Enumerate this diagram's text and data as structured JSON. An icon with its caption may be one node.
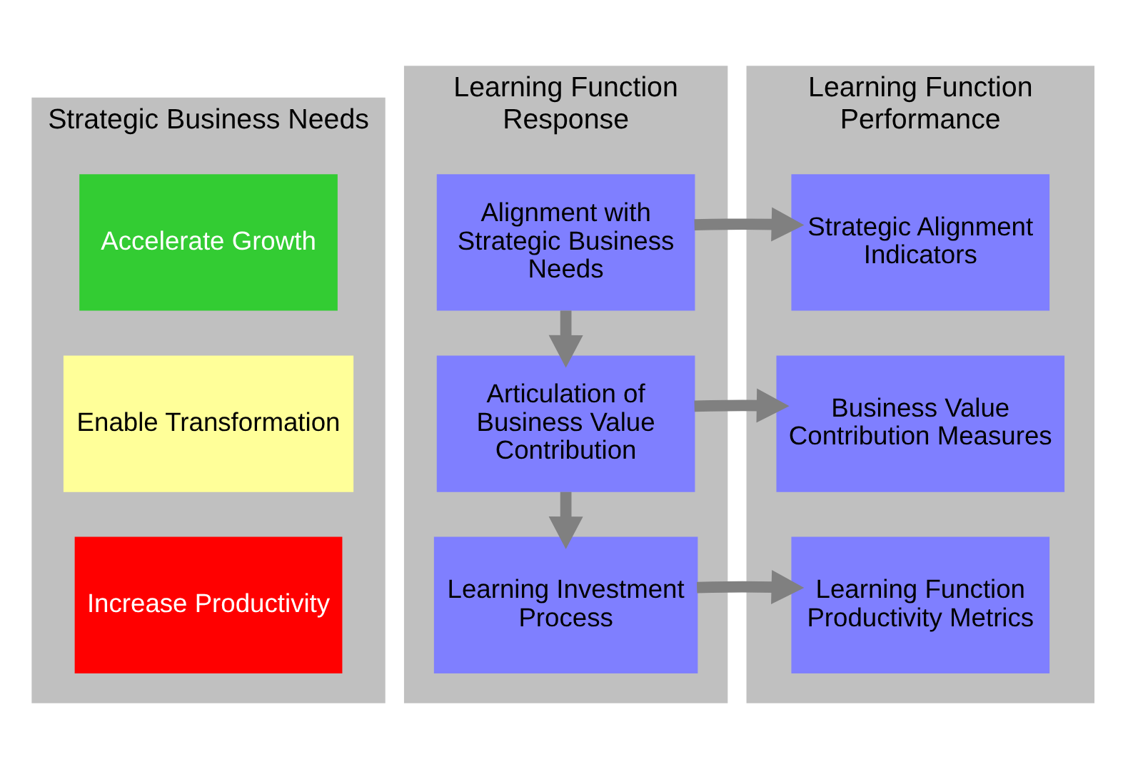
{
  "diagram": {
    "nodes": [
      {
        "text": [
          "Strategic Business Needs"
        ]
      },
      {
        "text": [
          "Accelerate Growth"
        ],
        "in": 0
      },
      {
        "text": [
          "Enable Transformation"
        ],
        "in": 0
      },
      {
        "text": [
          "Increase Productivity"
        ],
        "in": 0
      },
      {
        "text": [
          "Learning Function Response"
        ]
      },
      {
        "text": [
          "Alignment with Strategic Business Needs"
        ],
        "in": 4
      },
      {
        "text": [
          "Articulation of Business Value Contribution"
        ],
        "in": 4
      },
      {
        "text": [
          "Learning Investment Process"
        ],
        "in": 4
      },
      {
        "text": [
          "Learning Function Performance"
        ]
      },
      {
        "text": [
          "Strategic Alignment Indicators"
        ],
        "in": 8
      },
      {
        "text": [
          "Business Value Contribution Measures"
        ],
        "in": 8
      },
      {
        "text": [
          "Learning Function Productivity Metrics"
        ],
        "in": 8
      }
    ],
    "edges": [
      {
        "from": 5,
        "to": 9,
        "arrow": "to"
      },
      {
        "from": 5,
        "to": 6,
        "arrow": "to"
      },
      {
        "from": 6,
        "to": 10,
        "arrow": "to"
      },
      {
        "from": 6,
        "to": 7,
        "arrow": "to"
      },
      {
        "from": 7,
        "to": 11,
        "arrow": "to"
      }
    ]
  }
}
